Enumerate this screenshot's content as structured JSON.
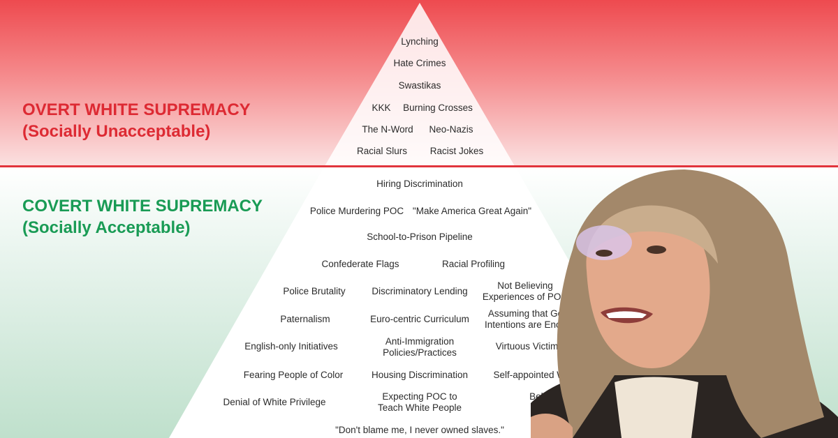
{
  "headings": {
    "overt_title": "OVERT WHITE SUPREMACY",
    "overt_subtitle": "(Socially Unacceptable)",
    "covert_title": "COVERT WHITE SUPREMACY",
    "covert_subtitle": "(Socially Acceptable)"
  },
  "overt_items": {
    "lynching": "Lynching",
    "hate_crimes": "Hate Crimes",
    "swastikas": "Swastikas",
    "kkk": "KKK",
    "burning_crosses": "Burning Crosses",
    "n_word": "The N-Word",
    "neo_nazis": "Neo-Nazis",
    "racial_slurs": "Racial Slurs",
    "racist_jokes": "Racist Jokes"
  },
  "covert_items": {
    "hiring": "Hiring Discrimination",
    "police_murdering": "Police Murdering POC",
    "maga": "\"Make America Great Again\"",
    "school_prison": "School-to-Prison Pipeline",
    "confederate": "Confederate Flags",
    "profiling": "Racial Profiling",
    "brutality": "Police Brutality",
    "lending": "Discriminatory Lending",
    "not_believing": "Not Believing Experiences of POC",
    "paternalism": "Paternalism",
    "curriculum": "Euro-centric Curriculum",
    "good_intentions": "Assuming that Good Intentions are Enough",
    "english_only": "English-only Initiatives",
    "anti_immigration": "Anti-Immigration Policies/Practices",
    "virtuous_victim": "Virtuous Victim Na",
    "fearing": "Fearing People of Color",
    "housing": "Housing Discrimination",
    "self_appointed": "Self-appointed Wh",
    "expecting": "Expecting POC to Teach White People",
    "believing": "Believi are",
    "denial": "Denial of White Privilege",
    "dont_blame": "\"Don't blame me, I never owned slaves.\""
  },
  "colors": {
    "overt_red": "#dd2a33",
    "covert_green": "#199b55"
  }
}
